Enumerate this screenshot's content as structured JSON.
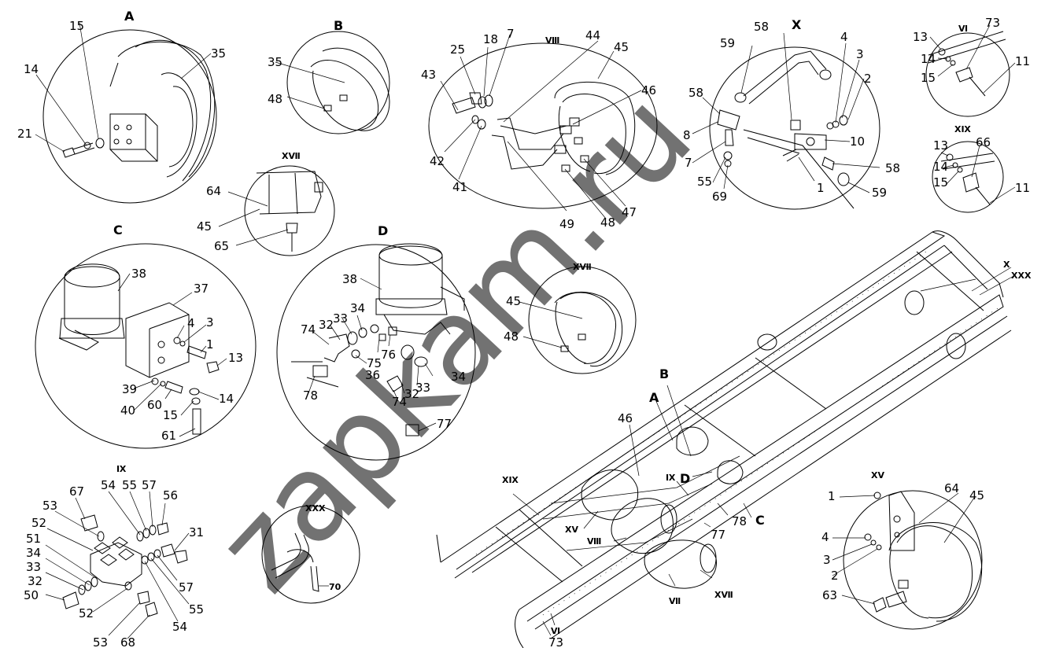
{
  "views": {
    "A": "A",
    "B": "B",
    "C": "C",
    "D": "D",
    "VIII": "Ⅷ",
    "X": "X",
    "VI": "Ⅵ",
    "XIX": "ⅩⅨ",
    "XVII": "ⅩⅦ",
    "IX": "Ⅸ",
    "XXX": "ⅩⅩⅩ",
    "XV": "ⅩⅤ"
  },
  "callouts_A": [
    "15",
    "35",
    "14",
    "21"
  ],
  "callouts_B": [
    "35",
    "48"
  ],
  "callouts_VIII": [
    "25",
    "18",
    "7",
    "44",
    "45",
    "43",
    "46",
    "42",
    "41",
    "49",
    "48",
    "47"
  ],
  "callouts_X": [
    "58",
    "59",
    "4",
    "3",
    "2",
    "58",
    "8",
    "7",
    "10",
    "55",
    "69",
    "1",
    "58",
    "59"
  ],
  "callouts_VI": [
    "13",
    "73",
    "14",
    "15",
    "11"
  ],
  "callouts_XIX": [
    "66",
    "13",
    "14",
    "15",
    "11"
  ],
  "callouts_XVII_small": [
    "64",
    "45",
    "65"
  ],
  "callouts_C": [
    "38",
    "37",
    "4",
    "3",
    "1",
    "13",
    "39",
    "40",
    "60",
    "15",
    "14",
    "61"
  ],
  "callouts_D": [
    "38",
    "34",
    "33",
    "32",
    "74",
    "76",
    "75",
    "36",
    "78",
    "33",
    "34",
    "32",
    "74",
    "77"
  ],
  "callouts_XVII": [
    "45",
    "48"
  ],
  "callouts_IX": [
    "67",
    "54",
    "55",
    "57",
    "56",
    "53",
    "52",
    "51",
    "34",
    "33",
    "32",
    "50",
    "31",
    "57",
    "55",
    "54",
    "52",
    "53",
    "68"
  ],
  "callouts_XXX": [
    "70"
  ],
  "callouts_XV": [
    "1",
    "64",
    "45",
    "4",
    "3",
    "2",
    "63"
  ],
  "frame_labels": {
    "XXX": "ⅩⅩⅩ",
    "X": "X",
    "B": "B",
    "A": "A",
    "46": "46",
    "IX": "Ⅸ",
    "D": "D",
    "XIX": "ⅩⅨ",
    "XV": "ⅩⅤ",
    "VIII": "Ⅷ",
    "C": "C",
    "78": "78",
    "77": "77",
    "XVII": "ⅩⅦ",
    "VIIb": "Ⅶ",
    "VI": "Ⅵ",
    "73": "73"
  },
  "watermark": "zapkam.ru"
}
